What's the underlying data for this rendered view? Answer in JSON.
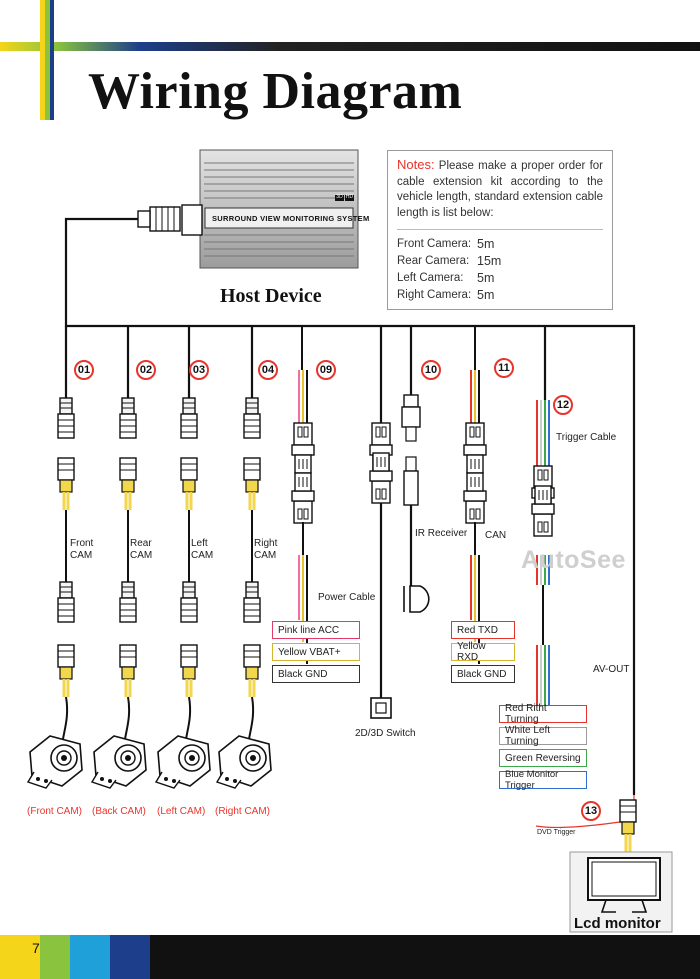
{
  "title": "Wiring Diagram",
  "host_device": {
    "label": "Host Device",
    "brand_text": "SURROUND VIEW MONITORING SYSTEM",
    "badges": [
      "3D",
      "HD"
    ]
  },
  "notes": {
    "heading": "Notes:",
    "text": "Please make a proper order for cable extension kit according to the vehicle length, standard extension cable length is list below:",
    "lengths": [
      {
        "label": "Front Camera:",
        "value": "5m"
      },
      {
        "label": "Rear Camera:",
        "value": "15m"
      },
      {
        "label": "Left Camera:",
        "value": "5m"
      },
      {
        "label": "Right Camera:",
        "value": "5m"
      }
    ]
  },
  "channels": [
    {
      "num": "01",
      "label": "Front CAM",
      "camera": "(Front CAM)"
    },
    {
      "num": "02",
      "label": "Rear CAM",
      "camera": "(Back CAM)"
    },
    {
      "num": "03",
      "label": "Left CAM",
      "camera": "(Left CAM)"
    },
    {
      "num": "04",
      "label": "Right CAM",
      "camera": "(Right CAM)"
    }
  ],
  "cables": {
    "power": {
      "num": "09",
      "label": "Power Cable",
      "wires": [
        "Pink line ACC",
        "Yellow VBAT+",
        "Black GND"
      ]
    },
    "switch": {
      "label": "2D/3D Switch"
    },
    "ir": {
      "num": "10",
      "label": "IR Receiver"
    },
    "can": {
      "num": "11",
      "label": "CAN",
      "wires": [
        "Red TXD",
        "Yellow RXD",
        "Black GND"
      ]
    },
    "trigger": {
      "num": "12",
      "label": "Trigger Cable",
      "wires": [
        "Red Ritht Turning",
        "White Left Turning",
        "Green Reversing",
        "Blue Monitor Trigger"
      ]
    },
    "av_out": {
      "label": "AV-OUT"
    },
    "dvd": {
      "num": "13",
      "label": "DVD Trigger"
    }
  },
  "monitor": {
    "label": "Lcd monitor"
  },
  "watermark": "AutoSee",
  "page_number": "7",
  "colors": {
    "accent_red": "#e8352b",
    "line": "#111111",
    "rca_yellow": "#f2d64b",
    "wire_pink": "#f06fa0",
    "wire_yellow": "#e8c22b",
    "wire_red": "#e8352b",
    "wire_green": "#3ca84a",
    "wire_blue": "#2f6fd0",
    "box_pink": "#e23b6a",
    "box_yellow": "#d4b42c",
    "box_black": "#333333",
    "box_red": "#e8352b",
    "box_white": "#9a9a9a",
    "box_green": "#3ca84a",
    "box_blue": "#2f6fd0"
  }
}
